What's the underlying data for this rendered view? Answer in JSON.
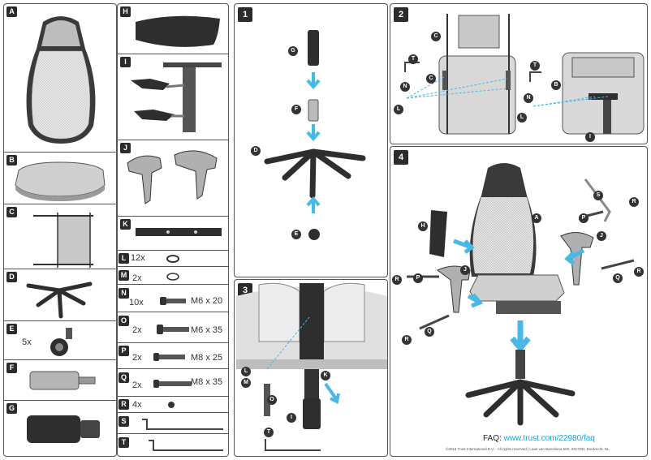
{
  "parts": [
    {
      "letter": "A"
    },
    {
      "letter": "B"
    },
    {
      "letter": "C"
    },
    {
      "letter": "D"
    },
    {
      "letter": "E",
      "qty": "5x"
    },
    {
      "letter": "F"
    },
    {
      "letter": "G"
    },
    {
      "letter": "H"
    },
    {
      "letter": "I"
    },
    {
      "letter": "J"
    },
    {
      "letter": "K"
    }
  ],
  "hardware": [
    {
      "letter": "L",
      "qty": "12x",
      "spec": ""
    },
    {
      "letter": "M",
      "qty": "2x",
      "spec": ""
    },
    {
      "letter": "N",
      "qty": "10x",
      "spec": "M6 x 20"
    },
    {
      "letter": "O",
      "qty": "2x",
      "spec": "M6 x 35"
    },
    {
      "letter": "P",
      "qty": "2x",
      "spec": "M8 x 25"
    },
    {
      "letter": "Q",
      "qty": "2x",
      "spec": "M8 x 35"
    },
    {
      "letter": "R",
      "qty": "4x",
      "spec": ""
    },
    {
      "letter": "S",
      "qty": "",
      "spec": ""
    },
    {
      "letter": "T",
      "qty": "",
      "spec": ""
    }
  ],
  "steps": {
    "s1": "1",
    "s2": "2",
    "s3": "3",
    "s4": "4"
  },
  "step1_labels": {
    "g": "G",
    "f": "F",
    "d": "D",
    "e": "E"
  },
  "step2_labels": {
    "c1": "C",
    "t1": "T",
    "c2": "C",
    "n1": "N",
    "l1": "L",
    "b": "B",
    "t2": "T",
    "n2": "N",
    "l2": "L",
    "i": "I"
  },
  "step3_labels": {
    "l": "L",
    "m": "M",
    "o": "O",
    "k": "K",
    "i": "I",
    "t": "T"
  },
  "step4_labels": {
    "s": "S",
    "r1": "R",
    "h": "H",
    "a": "A",
    "p1": "P",
    "j1": "J",
    "r2": "R",
    "p2": "P",
    "j2": "J",
    "q1": "Q",
    "r3": "R",
    "r4": "R",
    "q2": "Q"
  },
  "footer": {
    "faq_label": "FAQ:",
    "faq_url": "www.trust.com/22980/faq",
    "copyright": "©2018 Trust International B.V. - All rights reserved | Laan van Barcelona 600, 3317DD, Dordrecht, NL"
  }
}
